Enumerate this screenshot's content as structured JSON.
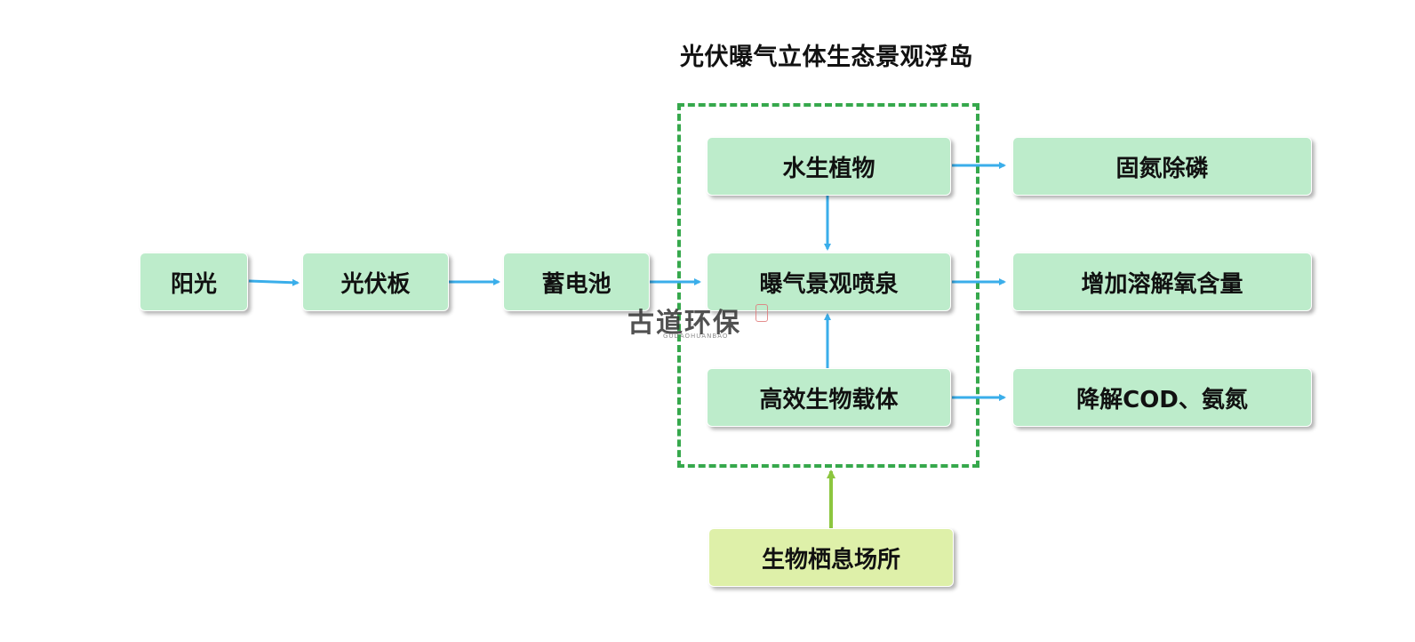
{
  "title": "光伏曝气立体生态景观浮岛",
  "nodes": {
    "sunlight": "阳光",
    "pv_panel": "光伏板",
    "battery": "蓄电池",
    "aquatic_plants": "水生植物",
    "aeration_fountain": "曝气景观喷泉",
    "bio_carrier": "高效生物载体",
    "habitat": "生物栖息场所",
    "n_p_fixation": "固氮除磷",
    "oxygen_increase": "增加溶解氧含量",
    "cod_degradation": "降解COD、氨氮"
  },
  "watermark": {
    "text": "古道环保",
    "subtext": "GUDAOHUANBAO"
  },
  "colors": {
    "box_fill": "#bdeccb",
    "habitat_fill": "#def0a9",
    "dashed_border": "#36a84c",
    "arrow_blue": "#3aaeea",
    "arrow_green": "#8cc63f"
  }
}
